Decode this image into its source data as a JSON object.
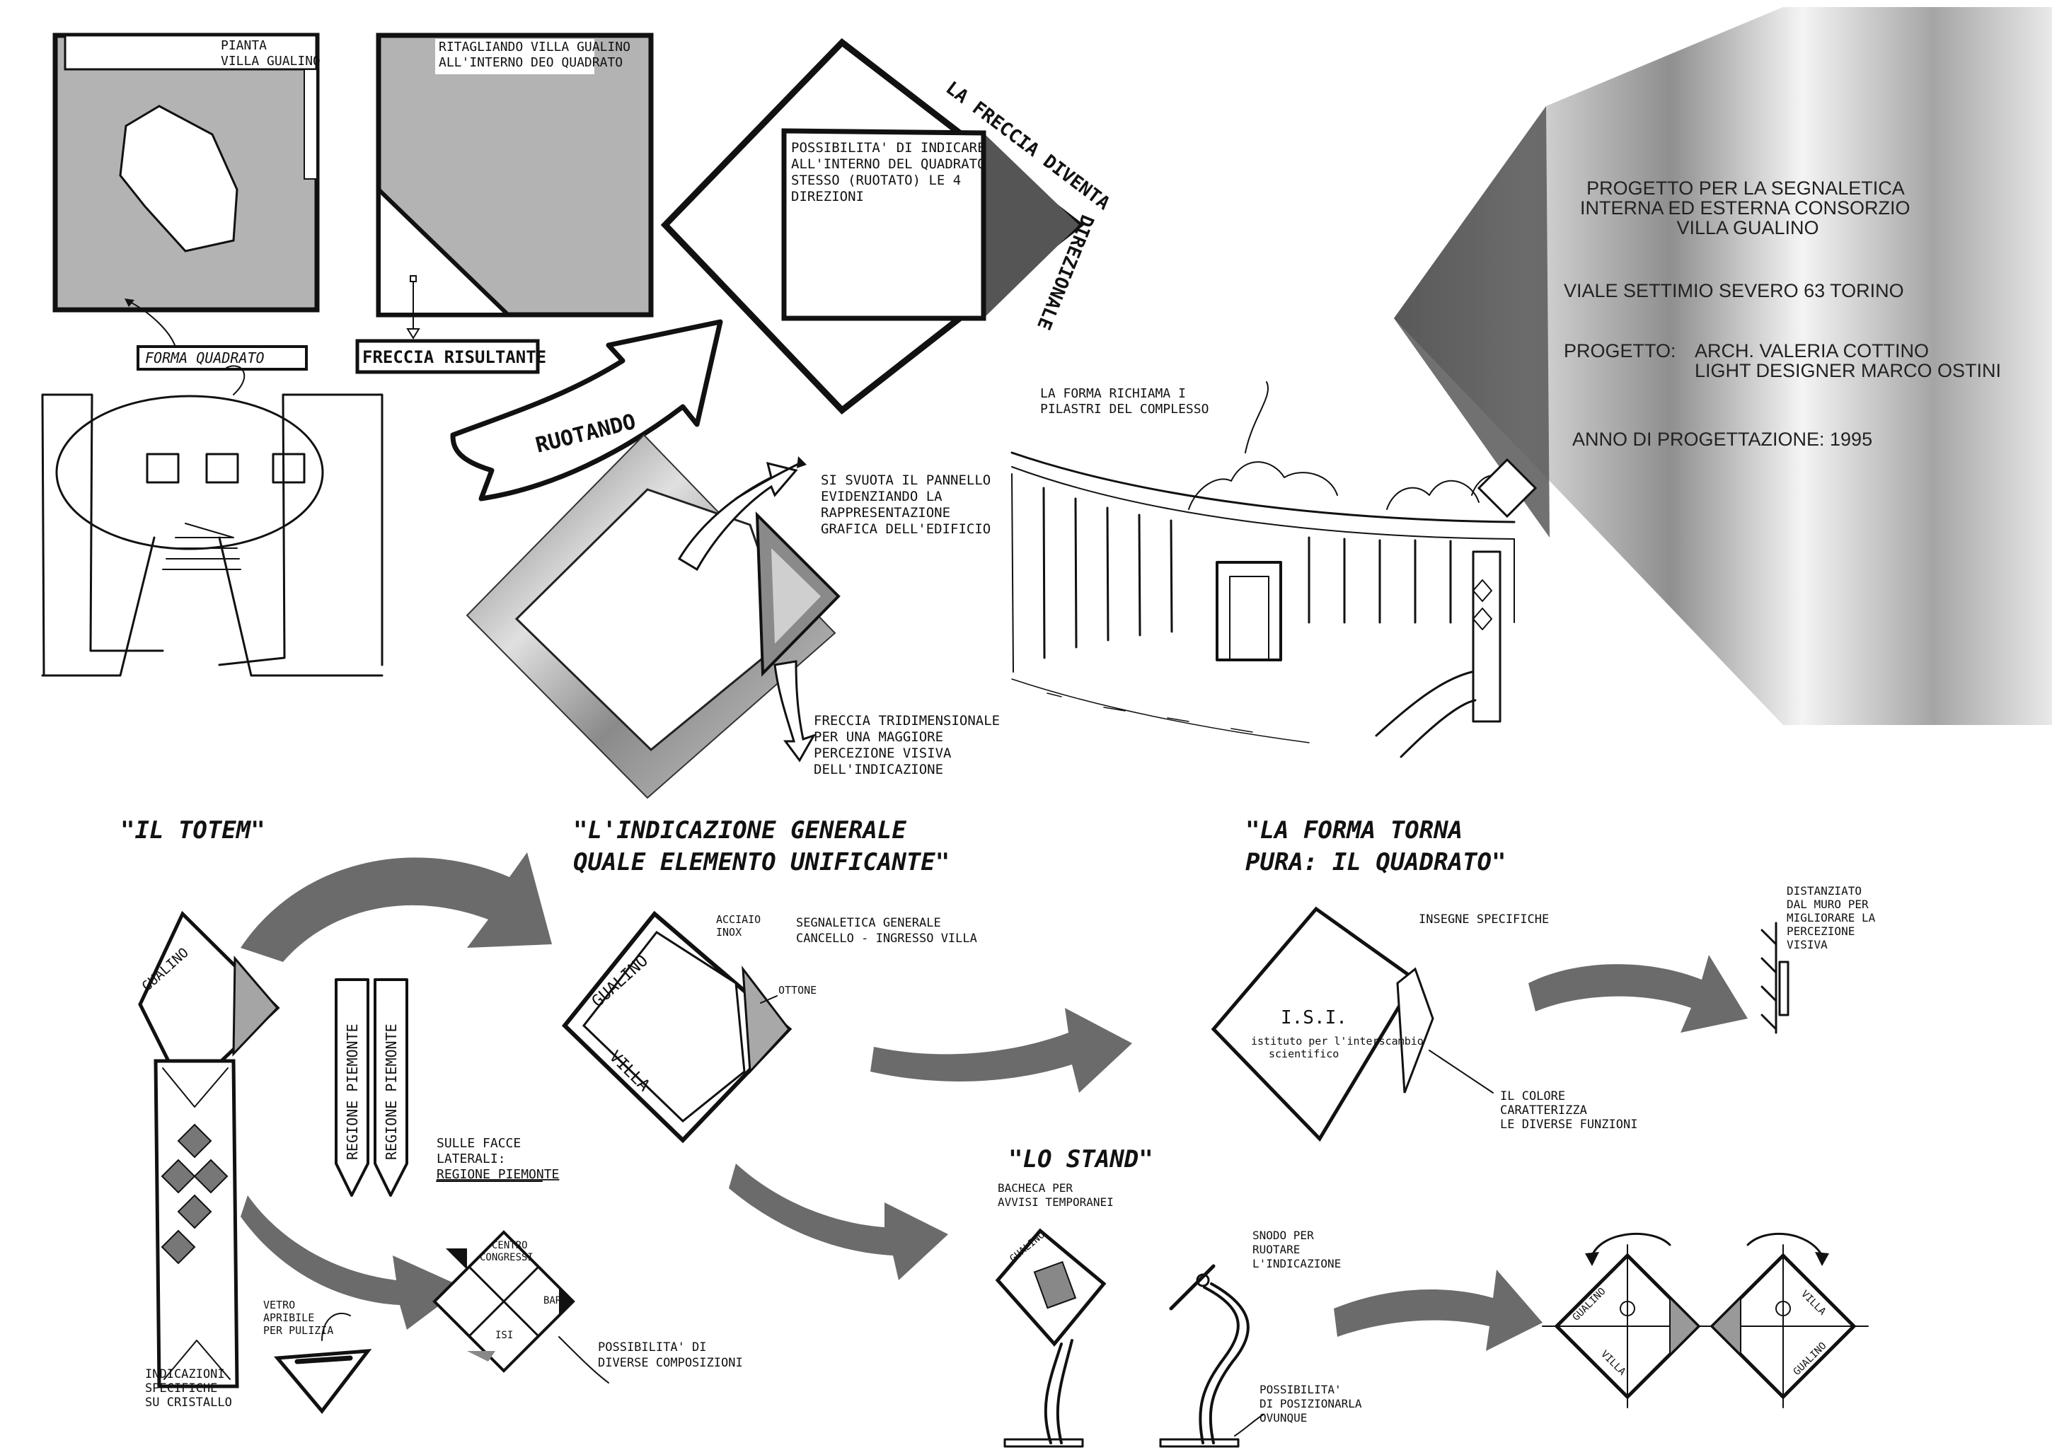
{
  "notes": {
    "pianta_line1": "PIANTA",
    "pianta_line2": "VILLA GUALINO",
    "ritagliando_line1": "RITAGLIANDO VILLA GUALINO",
    "ritagliando_line2": "ALL'INTERNO DEO QUADRATO",
    "forma_quadrato": "FORMA QUADRATO",
    "freccia_risultante": "FRECCIA RISULTANTE",
    "ruotando": "RUOTANDO",
    "freccia_diventa": "LA FRECCIA DIVENTA",
    "direzionale": "DIREZIONALE",
    "possibilita_4dir": [
      "POSSIBILITA' DI INDICARE",
      "ALL'INTERNO DEL QUADRATO",
      "STESSO (RUOTATO) LE 4",
      "DIREZIONI"
    ],
    "si_svuota": [
      "SI SVUOTA IL PANNELLO",
      "EVIDENZIANDO LA",
      "RAPPRESENTAZIONE",
      "GRAFICA DELL'EDIFICIO"
    ],
    "freccia_tridimensionale": [
      "FRECCIA TRIDIMENSIONALE",
      "PER UNA MAGGIORE",
      "PERCEZIONE VISIVA",
      "DELL'INDICAZIONE"
    ],
    "forma_richiama": [
      "LA FORMA RICHIAMA I",
      "PILASTRI DEL COMPLESSO"
    ],
    "acciaio_inox": [
      "ACCIAIO",
      "INOX"
    ],
    "segnaletica_generale": [
      "SEGNALETICA GENERALE",
      "CANCELLO - INGRESSO VILLA"
    ],
    "ottone": "OTTONE",
    "insegne_specifiche": "INSEGNE SPECIFICHE",
    "distanziato": [
      "DISTANZIATO",
      "DAL MURO PER",
      "MIGLIORARE LA",
      "PERCEZIONE",
      "VISIVA"
    ],
    "isi_title": "I.S.I.",
    "isi_subtitle": [
      "istituto per l'interscambio",
      "scientifico"
    ],
    "il_colore": [
      "IL COLORE",
      "CARATTERIZZA",
      "LE DIVERSE FUNZIONI"
    ],
    "sulle_facce": [
      "SULLE FACCE",
      "LATERALI:",
      "REGIONE PIEMONTE"
    ],
    "regione_piemonte": "REGIONE PIEMONTE",
    "gualino": "GUALINO",
    "villa": "VILLA",
    "centro_congressi": [
      "CENTRO",
      "CONGRESSI"
    ],
    "bar": "BAR",
    "isi_small": "ISI",
    "vetro_apribile": [
      "VETRO",
      "APRIBILE",
      "PER PULIZIA"
    ],
    "indicazioni_specifiche": [
      "INDICAZIONI",
      "SPECIFICHE",
      "SU CRISTALLO"
    ],
    "possibilita_composizioni": [
      "POSSIBILITA' DI",
      "DIVERSE COMPOSIZIONI"
    ],
    "bacheca": [
      "BACHECA PER",
      "AVVISI TEMPORANEI"
    ],
    "snodo": [
      "SNODO PER",
      "RUOTARE",
      "L'INDICAZIONE"
    ],
    "possibilita_ovunque": [
      "POSSIBILITA'",
      "DI POSIZIONARLA",
      "OVUNQUE"
    ]
  },
  "headings": {
    "totem": "\"IL TOTEM\"",
    "indicazione": [
      "\"L'INDICAZIONE GENERALE",
      "QUALE ELEMENTO UNIFICANTE\""
    ],
    "forma_torna": [
      "\"LA FORMA TORNA",
      "PURA: IL QUADRATO\""
    ],
    "stand": "\"LO STAND\""
  },
  "info": {
    "title": [
      "PROGETTO PER LA SEGNALETICA",
      "INTERNA ED ESTERNA CONSORZIO",
      "VILLA GUALINO"
    ],
    "address": "VIALE SETTIMIO SEVERO 63 TORINO",
    "progetto_label": "PROGETTO:",
    "progetto_names": [
      "ARCH. VALERIA COTTINO",
      "LIGHT DESIGNER MARCO OSTINI"
    ],
    "anno": "ANNO DI PROGETTAZIONE: 1995"
  },
  "colors": {
    "ink": "#111111",
    "grey_fill": "#b3b3b3",
    "arrow_grey": "#6b6b6b",
    "steel_light": "#f2f2f2",
    "steel_dark": "#707070"
  }
}
